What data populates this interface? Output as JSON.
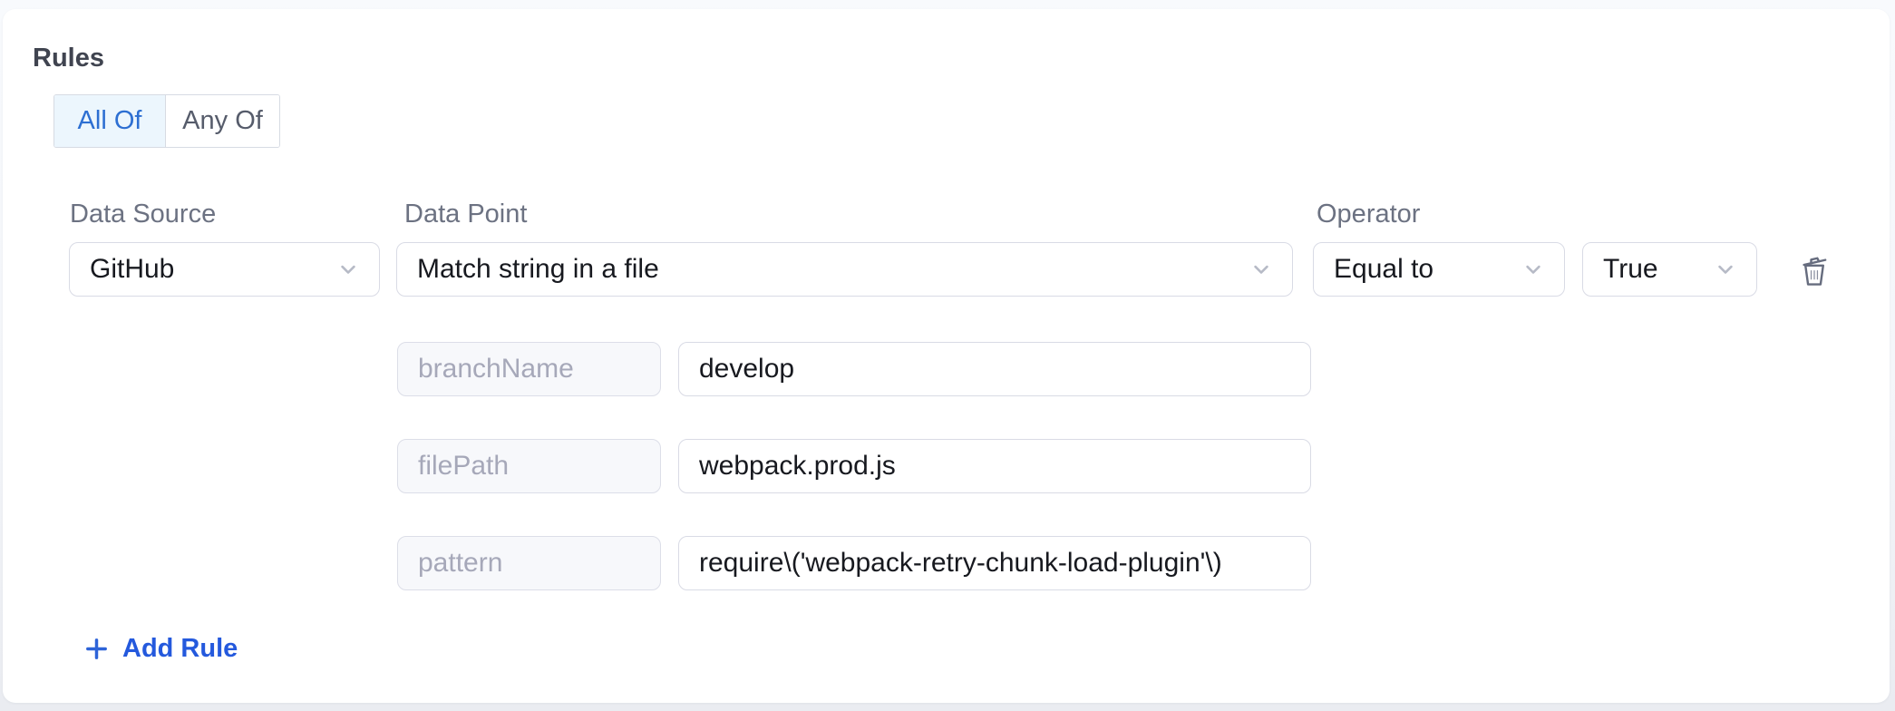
{
  "rules_section": {
    "title": "Rules",
    "segmented": {
      "all_of_label": "All Of",
      "any_of_label": "Any Of",
      "selected": "All Of"
    }
  },
  "rule_row": {
    "data_source": {
      "label": "Data Source",
      "value": "GitHub"
    },
    "data_point": {
      "label": "Data Point",
      "value": "Match string in a file"
    },
    "operator": {
      "label": "Operator",
      "value": "Equal to"
    },
    "comparison_value": "True",
    "params": [
      {
        "key": "branchName",
        "value": "develop"
      },
      {
        "key": "filePath",
        "value": "webpack.prod.js"
      },
      {
        "key": "pattern",
        "value": "require\\('webpack-retry-chunk-load-plugin'\\)"
      }
    ]
  },
  "actions": {
    "add_rule_label": "Add Rule"
  },
  "icons": {
    "dropdown": "chevron-down-icon",
    "delete_rule": "trash-icon",
    "add_rule": "plus-icon"
  },
  "colors": {
    "accent_blue": "#2d6fd2",
    "link_blue": "#2459dd",
    "selected_segment_bg": "#ecf6fd",
    "input_border": "#d9dbe5",
    "key_field_bg": "#f7f8fb",
    "label_text": "#6c7282",
    "dark_text": "#17191f",
    "placeholder_text": "#a6a8b9",
    "page_bg": "#f3f5f9",
    "card_bg": "#ffffff"
  }
}
